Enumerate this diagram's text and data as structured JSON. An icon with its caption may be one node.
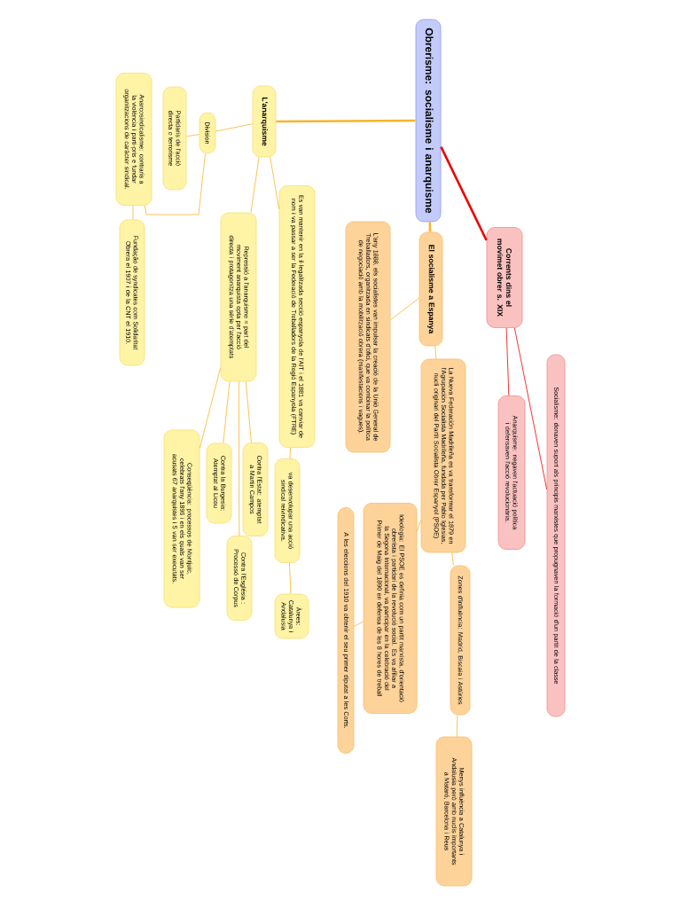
{
  "diagram": {
    "nodes": [
      {
        "text": [
          "Obrerisme: socialisme i anarquisme"
        ]
      },
      {
        "text": [
          "L'anarquisme"
        ]
      },
      {
        "text": [
          "Division"
        ]
      },
      {
        "text": [
          "Partidaris de l'acció directa o terrorisme"
        ]
      },
      {
        "text": [
          "Anarcosindicalisme: contraris a la violència i parti-pris e fundar organitzacions de caràcter sindical."
        ]
      },
      {
        "text": [
          "Fundação de syndicates com Solidaritat Obrera el 1907 i de la CNT el 1910."
        ]
      },
      {
        "text": [
          "Repressió a l'anarquisme = part del moviment anarquista opta per l'acció directa i protagonitza una sèrie d'atemptats"
        ]
      },
      {
        "text": [
          "Es van mantenir en la il·legalitzada secció espanyola de l'AIT i el 1881 va canviar de nom i va passar a ser la Federació de Treballadors de la Regió Espanyola (FTRE)"
        ]
      },
      {
        "text": [
          "Contra l'Estat: atemptat a Martin Campos"
        ]
      },
      {
        "text": [
          "Contra la Burgesia: Atemptat al Liceu"
        ]
      },
      {
        "text": [
          "Contra l'Església : Processó de Corpus"
        ]
      },
      {
        "text": [
          "Conseqüència: processos de Montjuïc, celebrats l'any 1896 i en els quals van ser acusats 67 anarquistes i 5 van ser executats."
        ]
      },
      {
        "text": [
          "va desenvolupar una acció sindical reivindicativa."
        ]
      },
      {
        "text": [
          "Àrees: Catalunya i Andalusia"
        ]
      },
      {
        "text": [
          "El socialisme a Espanya"
        ]
      },
      {
        "text": [
          "L'any 1888, els socialistes van impulsar la creació de la Unió General de Treballadors, organitzada en sindicats d'ofici, que va combinar la política de negociació amb la mobilització obrera (manifestacions i vagues)."
        ]
      },
      {
        "text": [
          "La Nueva Federación Madrileña es va transformar el 1879 en l'Agrupación Socialista Madrileña, fundada per Pablo Iglesias, nucli originari del Partit Socialista Obrer Espanyol (PSOE)"
        ]
      },
      {
        "text": [
          "Zones d'influència: Madrid, Biscaia i Astúries"
        ]
      },
      {
        "text": [
          "Menys influència a Catalunya i Andalusia però amb nuclis importants a Mataró, Barcelona i Reus"
        ]
      },
      {
        "text": [
          "Ideologia: El PSOE es definia com un partit marxista, d'orientació obrerista i partidari de la revolució social. Es va afiliar a la Segona Internacional, va participar en la celebració del Primer de Maig del 1890 en defensa de les 8 hores de treball"
        ]
      },
      {
        "text": [
          "A les eleccions del 1910 va obtenir el seu primer diputat a les Corts."
        ]
      },
      {
        "text": [
          "Corrents dins el movimet obrer s. XIX"
        ]
      },
      {
        "text": [
          "Anarquisme: negaven l'actuació política i defensaven l'acció revolucionària."
        ]
      },
      {
        "text": [
          "Socialisme: donaven suport als principis marxistes que propugnaven la formació d'un partit de la classe"
        ]
      }
    ],
    "edges": [
      {
        "from": 0,
        "to": 1,
        "arrow": "none",
        "style": "thick"
      },
      {
        "from": 1,
        "to": 2,
        "arrow": "none"
      },
      {
        "from": 2,
        "to": 3,
        "arrow": "none"
      },
      {
        "from": 2,
        "to": 4,
        "arrow": "none"
      },
      {
        "from": 4,
        "to": 5,
        "arrow": "none"
      },
      {
        "from": 1,
        "to": 6,
        "arrow": "none"
      },
      {
        "from": 1,
        "to": 7,
        "arrow": "none"
      },
      {
        "from": 6,
        "to": 8,
        "arrow": "none"
      },
      {
        "from": 6,
        "to": 9,
        "arrow": "none"
      },
      {
        "from": 6,
        "to": 10,
        "arrow": "none"
      },
      {
        "from": 6,
        "to": 11,
        "arrow": "none"
      },
      {
        "from": 7,
        "to": 12,
        "arrow": "none"
      },
      {
        "from": 12,
        "to": 13,
        "arrow": "none"
      },
      {
        "from": 0,
        "to": 14,
        "arrow": "none",
        "style": "thick"
      },
      {
        "from": 14,
        "to": 15,
        "arrow": "none"
      },
      {
        "from": 14,
        "to": 16,
        "arrow": "none"
      },
      {
        "from": 16,
        "to": 17,
        "arrow": "none"
      },
      {
        "from": 17,
        "to": 18,
        "arrow": "none"
      },
      {
        "from": 16,
        "to": 19,
        "arrow": "none"
      },
      {
        "from": 19,
        "to": 20,
        "arrow": "none"
      },
      {
        "from": 0,
        "to": 21,
        "arrow": "none",
        "style": "thick",
        "color": "#ee0000"
      },
      {
        "from": 21,
        "to": 22,
        "arrow": "none",
        "color": "#ee0000"
      },
      {
        "from": 21,
        "to": 23,
        "arrow": "none",
        "color": "#ee0000"
      }
    ]
  }
}
